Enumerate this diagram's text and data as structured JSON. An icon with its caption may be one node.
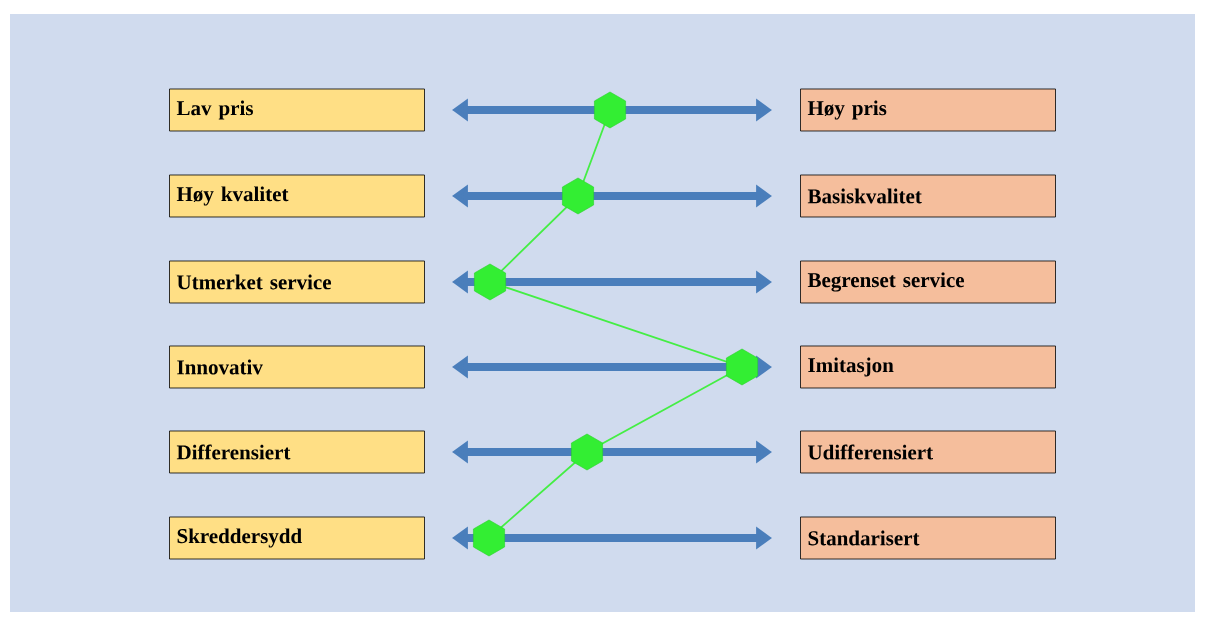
{
  "diagram": {
    "nodes": [
      {
        "text": [
          "Lav pris"
        ]
      },
      {
        "text": [
          "Høy pris"
        ]
      },
      {
        "text": [
          "Høy kvalitet"
        ]
      },
      {
        "text": [
          "Basiskvalitet"
        ]
      },
      {
        "text": [
          "Utmerket service"
        ]
      },
      {
        "text": [
          "Begrenset service"
        ]
      },
      {
        "text": [
          "Innovativ"
        ]
      },
      {
        "text": [
          "Imitasjon"
        ]
      },
      {
        "text": [
          "Differensiert"
        ]
      },
      {
        "text": [
          "Udifferensiert"
        ]
      },
      {
        "text": [
          "Skreddersydd"
        ]
      },
      {
        "text": [
          "Standarisert"
        ]
      }
    ],
    "edges": [
      {
        "from": 0,
        "to": 1,
        "arrow": "both"
      },
      {
        "from": 2,
        "to": 3,
        "arrow": "both"
      },
      {
        "from": 4,
        "to": 5,
        "arrow": "both"
      },
      {
        "from": 6,
        "to": 7,
        "arrow": "both"
      },
      {
        "from": 8,
        "to": 9,
        "arrow": "both"
      },
      {
        "from": 10,
        "to": 11,
        "arrow": "both"
      }
    ]
  }
}
